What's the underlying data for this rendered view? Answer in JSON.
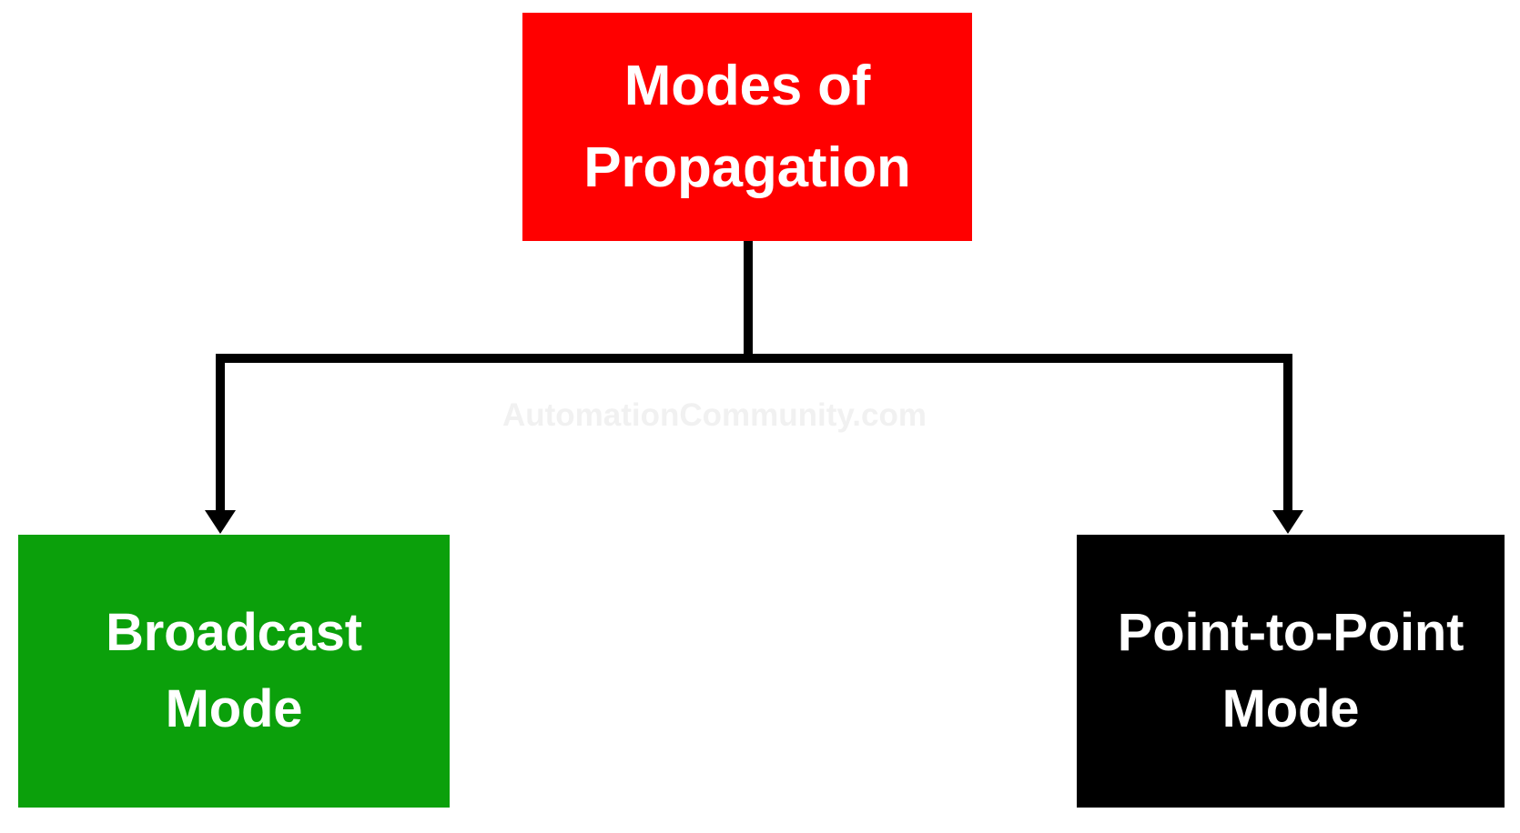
{
  "diagram": {
    "type": "flowchart",
    "orientation": "top-down",
    "background_color": "#FFFFFF",
    "title": "Modes of Propagation",
    "nodes": [
      {
        "id": "root",
        "label": "Modes of\nPropagation",
        "text_line_1": "Modes of",
        "text_line_2": "Propagation",
        "fill_color": "#FF0000",
        "text_color": "#FFFFFF",
        "role": "parent"
      },
      {
        "id": "broadcast",
        "label": "Broadcast\nMode",
        "text_line_1": "Broadcast",
        "text_line_2": "Mode",
        "fill_color": "#0BA00B",
        "text_color": "#FFFFFF",
        "role": "child"
      },
      {
        "id": "point-to-point",
        "label": "Point-to-Point\nMode",
        "text_line_1": "Point-to-Point",
        "text_line_2": "Mode",
        "fill_color": "#000000",
        "text_color": "#FFFFFF",
        "role": "child"
      }
    ],
    "edges": [
      {
        "from": "root",
        "to": "broadcast",
        "style": "elbow",
        "arrow": "end",
        "color": "#000000"
      },
      {
        "from": "root",
        "to": "point-to-point",
        "style": "elbow",
        "arrow": "end",
        "color": "#000000"
      }
    ]
  },
  "watermark": {
    "text": "AutomationCommunity.com",
    "color": "#F1F1F1"
  }
}
